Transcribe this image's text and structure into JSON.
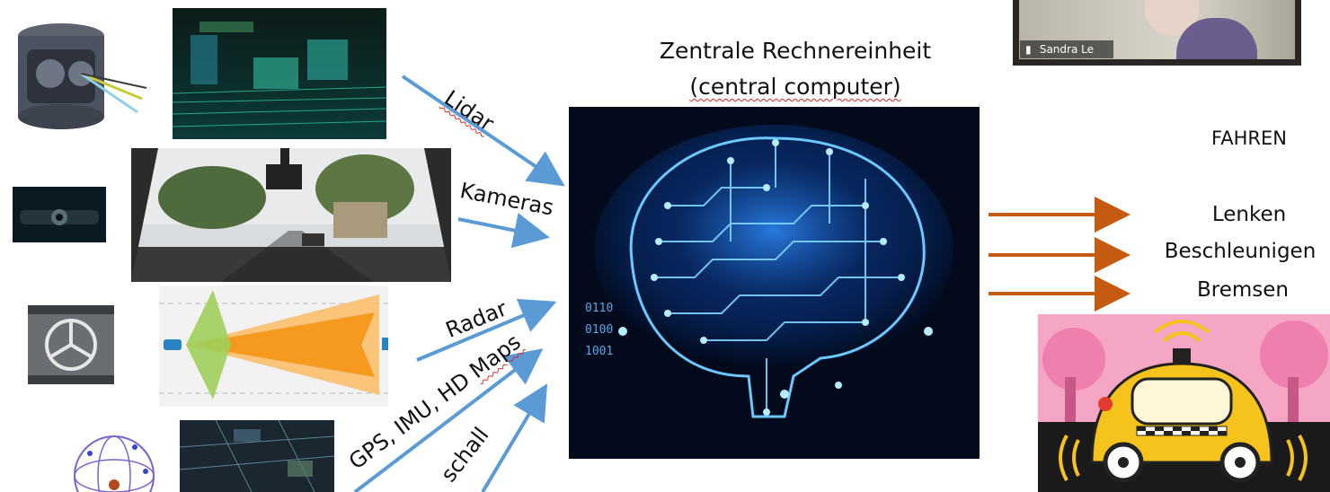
{
  "title": {
    "line1": "Zentrale Rechnereinheit",
    "line2": "(central computer)"
  },
  "sensors": [
    {
      "label": "Lidar"
    },
    {
      "label": "Kameras"
    },
    {
      "label": "Radar"
    },
    {
      "label": "GPS, IMU, HD Maps"
    },
    {
      "label": "schall"
    }
  ],
  "outputs": {
    "heading": "FAHREN",
    "items": [
      "Lenken",
      "Beschleunigen",
      "Bremsen"
    ]
  },
  "video_call": {
    "participant": "Sandra Le"
  },
  "brain_binary": [
    "0110",
    "0100",
    "1001"
  ],
  "colors": {
    "input_arrow": "#5b9bd5",
    "output_arrow": "#c55a11",
    "brain_bg": "#020a1c",
    "brain_glow": "#2a8cff"
  }
}
